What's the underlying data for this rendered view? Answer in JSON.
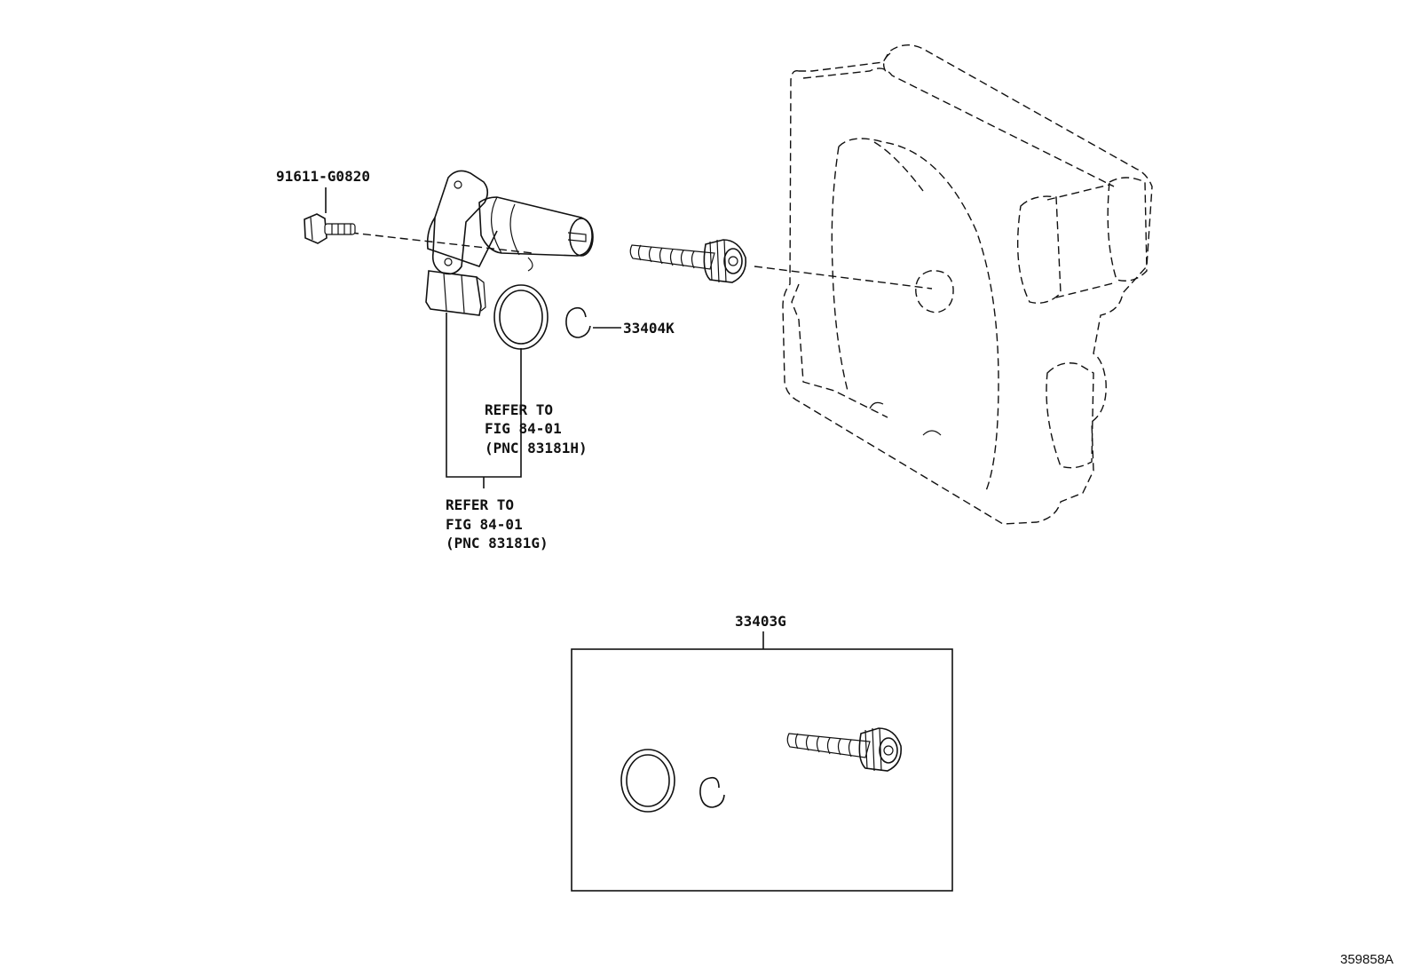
{
  "labels": {
    "bolt_part": "91611-G0820",
    "clip_part": "33404K",
    "kit_part": "33403G",
    "oring_ref": [
      "REFER TO",
      "FIG 84-01",
      "(PNC 83181H)"
    ],
    "sensor_ref": [
      "REFER TO",
      "FIG 84-01",
      "(PNC 83181G)"
    ],
    "illustration_number": "359858A"
  },
  "colors": {
    "line": "#111111",
    "background": "#ffffff"
  }
}
